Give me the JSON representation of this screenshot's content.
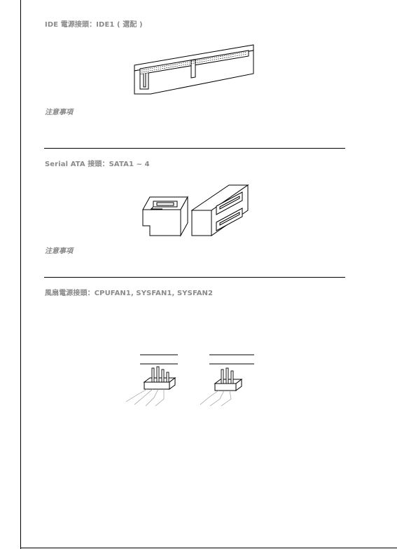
{
  "sections": [
    {
      "heading": "IDE 電源接頭：IDE1 ( 選配 )",
      "figure_icon": "ide-connector-icon",
      "note_label": "注意事項"
    },
    {
      "heading": "Serial ATA 接頭：SATA1 ~ 4",
      "figure_icon": "sata-connector-icon",
      "note_label": "注意事項"
    },
    {
      "heading": "風扇電源接頭：CPUFAN1, SYSFAN1, SYSFAN2",
      "figure_icon": "fan-connector-icon"
    }
  ],
  "colors": {
    "heading_text": "#8a8a8a",
    "rule": "#000000"
  }
}
